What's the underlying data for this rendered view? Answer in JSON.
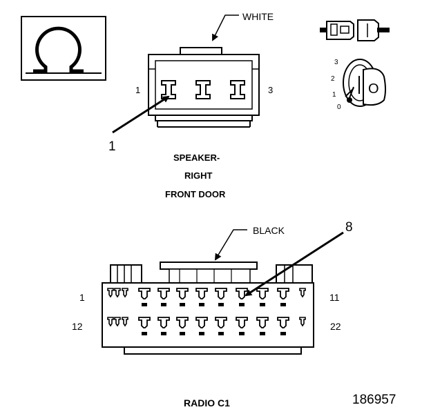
{
  "connector1": {
    "color_label": "WHITE",
    "pin_left": "1",
    "pin_right": "3",
    "callout": "1",
    "title_lines": [
      "SPEAKER-",
      "RIGHT",
      "FRONT DOOR"
    ]
  },
  "key_inset": {
    "positions": [
      "3",
      "2",
      "1",
      "0"
    ],
    "key_mark": "O"
  },
  "connector2": {
    "color_label": "BLACK",
    "callout": "8",
    "pin_top_left": "1",
    "pin_top_right": "11",
    "pin_bottom_left": "12",
    "pin_bottom_right": "22",
    "title": "RADIO C1"
  },
  "figure_number": "186957",
  "icons": {
    "omega": "omega-symbol-icon",
    "key": "ignition-key-icon",
    "connector": "connector-inline-icon"
  }
}
